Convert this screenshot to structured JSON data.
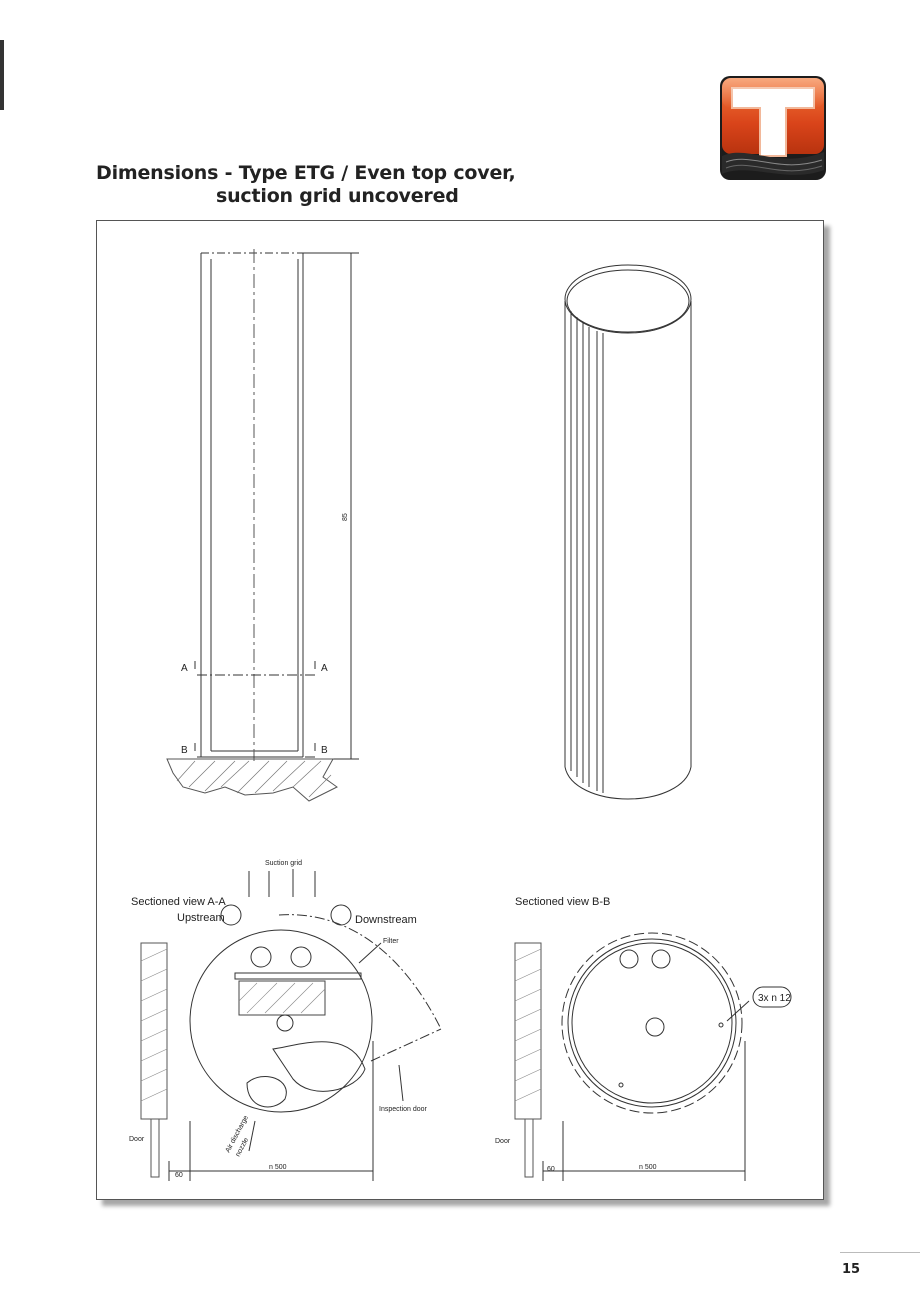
{
  "title": {
    "line1": "Dimensions - Type ETG / Even top cover,",
    "line2": "suction grid uncovered"
  },
  "brand": {
    "logo_letter": "T",
    "logo_colors": {
      "primary": "#e0521f",
      "dark": "#1c1c1c"
    }
  },
  "drawing": {
    "height_dim": "85",
    "section_marks": {
      "a": "A",
      "b": "B"
    },
    "view_aa": {
      "title": "Sectioned view A-A",
      "suction_grid": "Suction grid",
      "upstream": "Upstream",
      "downstream": "Downstream",
      "filter": "Filter",
      "inspection_door": "Inspection door",
      "air_discharge": "Air discharge",
      "air_discharge_2": "nozzle",
      "door": "Door",
      "dim_gap": "60",
      "dim_diameter": "n 500"
    },
    "view_bb": {
      "title": "Sectioned view B-B",
      "holes": "3x n 12",
      "door": "Door",
      "dim_gap": "60",
      "dim_diameter": "n 500"
    }
  },
  "page_number": "15"
}
